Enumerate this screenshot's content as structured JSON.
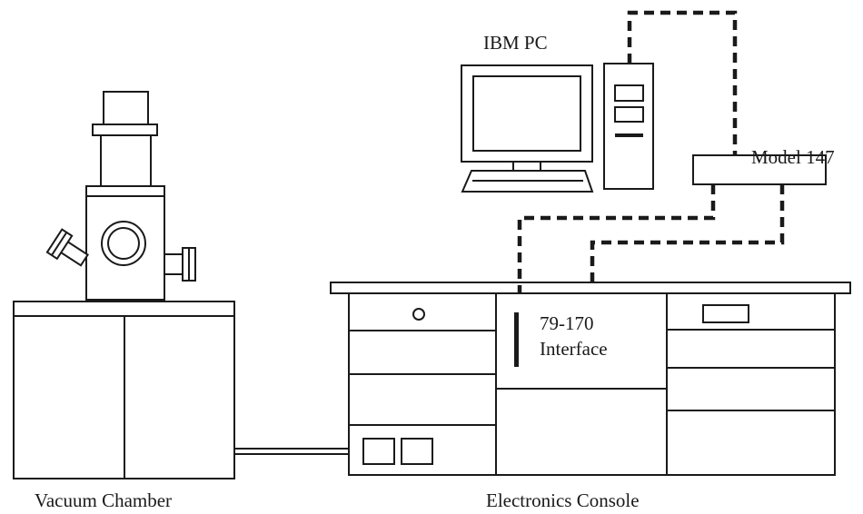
{
  "labels": {
    "computer": "IBM PC",
    "controller": "Model 147",
    "interface_line1": "79-170",
    "interface_line2": "Interface",
    "vacuum": "Vacuum Chamber",
    "console": "Electronics Console"
  },
  "colors": {
    "line": "#1a1a1a",
    "background": "#ffffff"
  }
}
